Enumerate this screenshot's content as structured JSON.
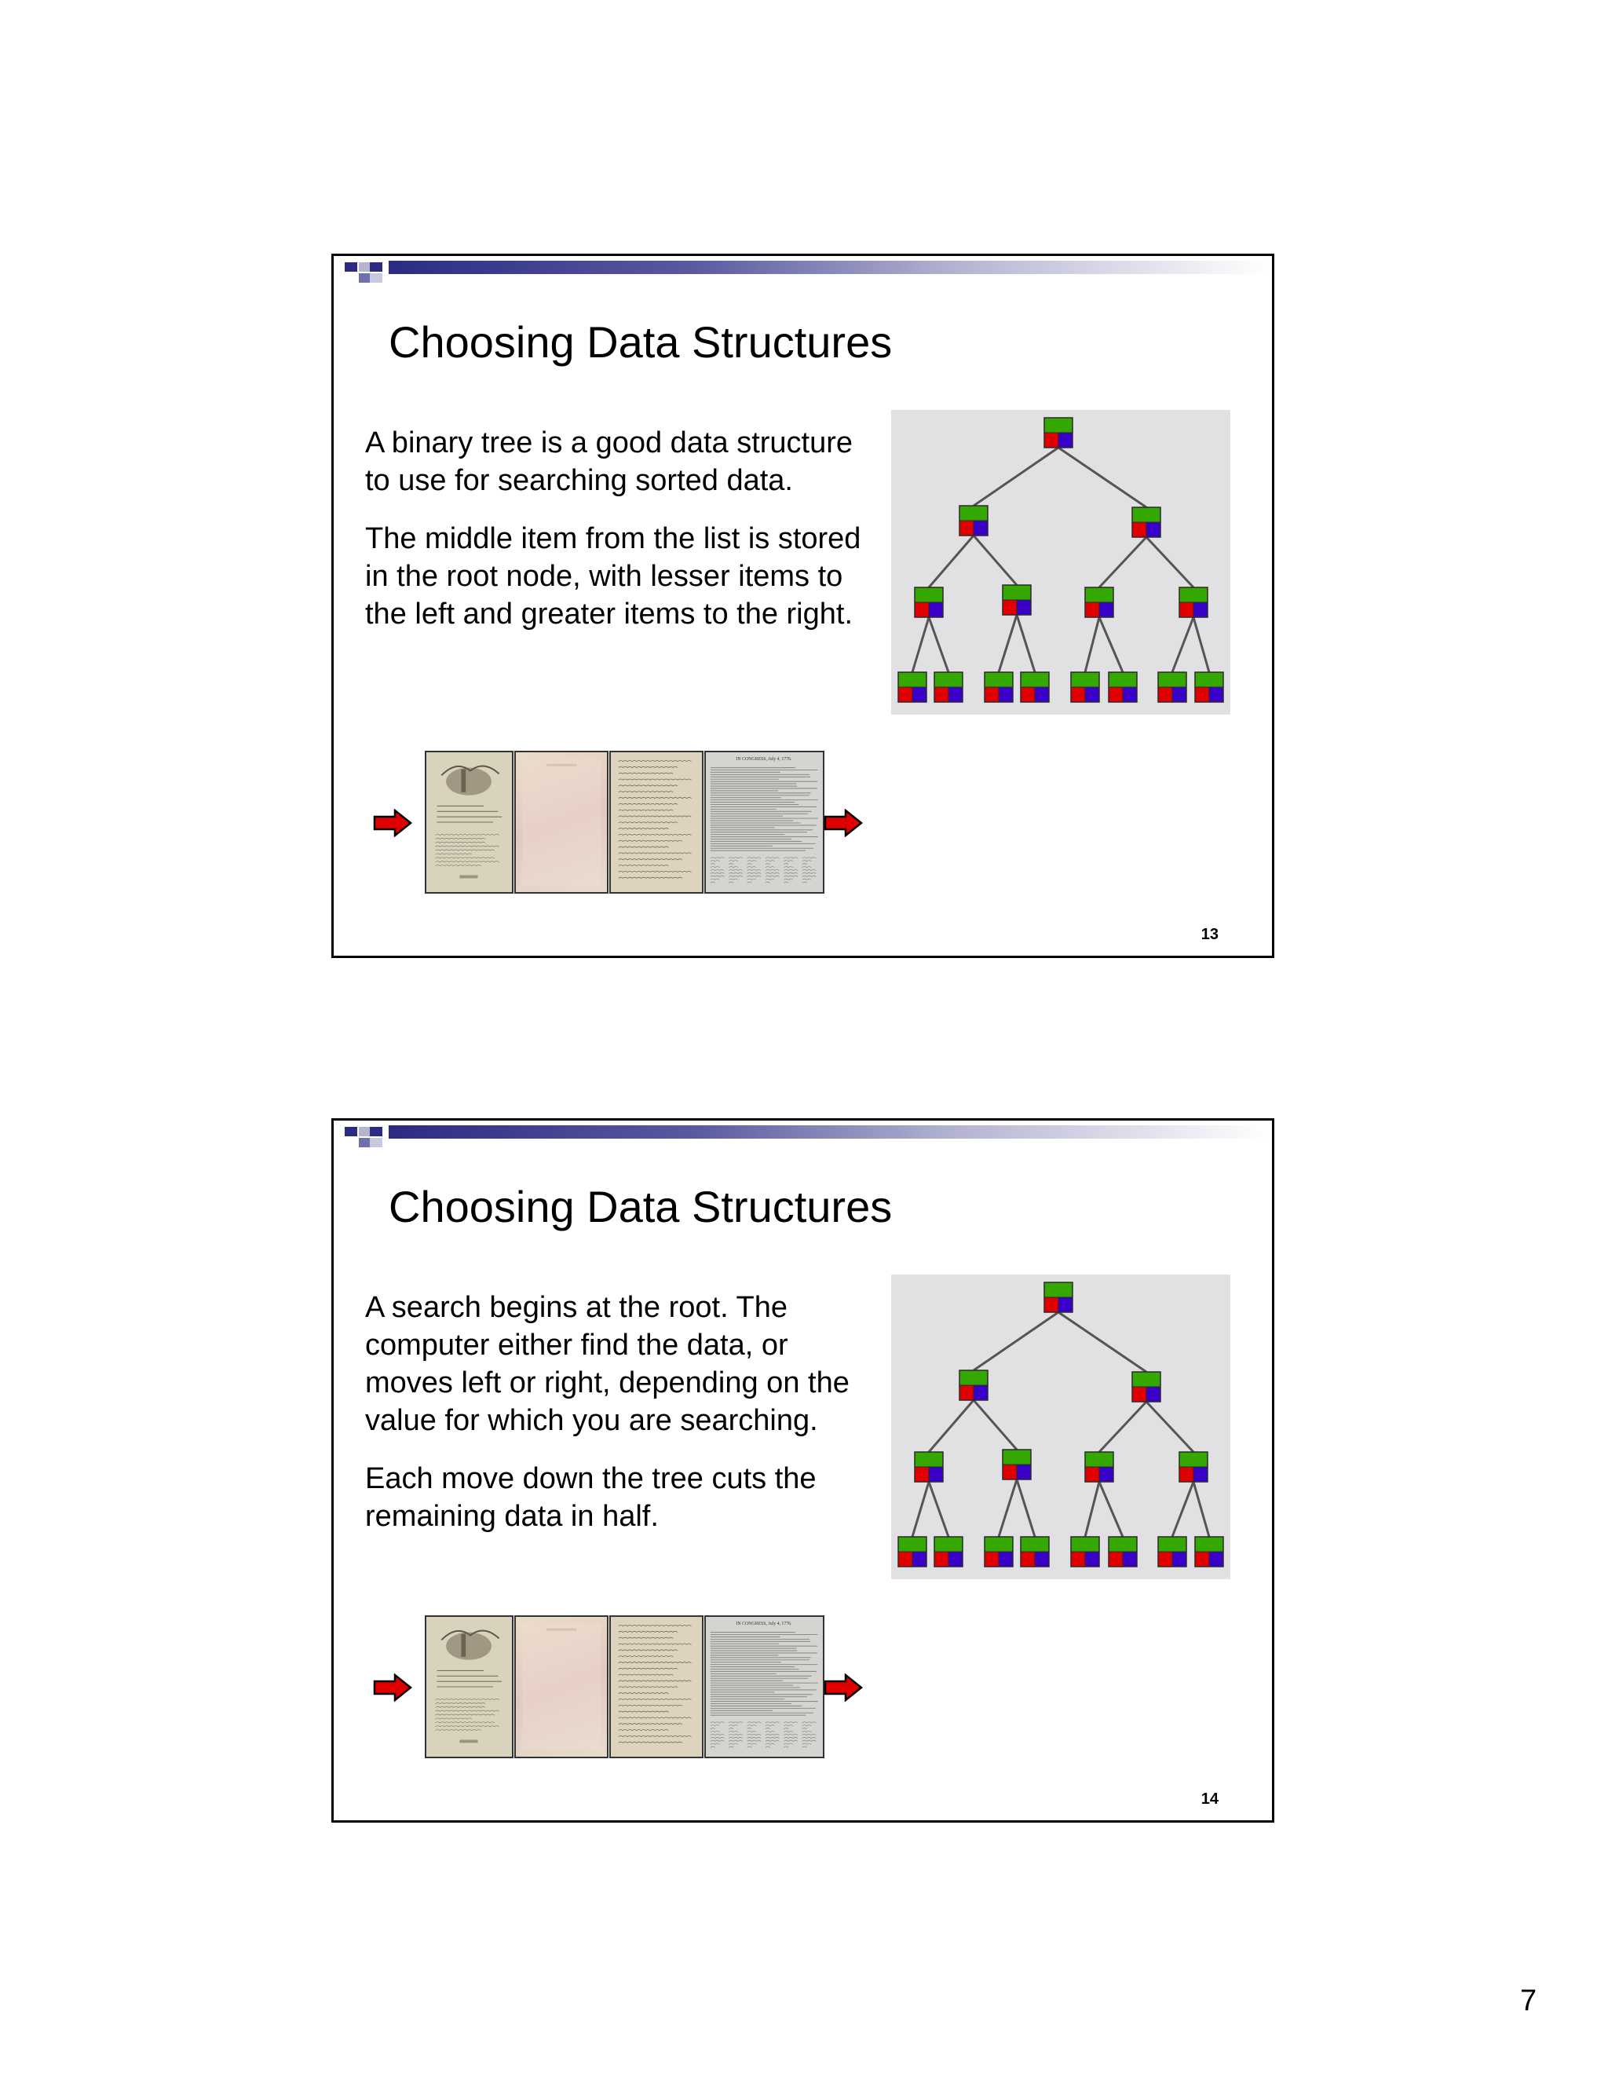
{
  "slides": [
    {
      "title": "Choosing Data Structures",
      "paragraphs": [
        "A binary tree is a good data structure to use for searching sorted data.",
        "The middle item from the list is stored in the root node, with lesser items to the left and greater items to the right."
      ],
      "slide_number": "13"
    },
    {
      "title": "Choosing Data Structures",
      "paragraphs": [
        "A search begins at the root.  The computer either find the data, or moves left or right, depending on the value for which you are searching.",
        "Each move down the tree cuts the remaining data in half."
      ],
      "slide_number": "14"
    }
  ],
  "page_number": "7",
  "colors": {
    "node_top": "#34a800",
    "node_left": "#e00000",
    "node_right": "#3800c8",
    "arrow_fill": "#e00000",
    "band_dark": "#2b2b83",
    "tree_background": "#e1e1e4"
  },
  "icons": {
    "arrows": "right-arrow-icon",
    "tree": "binary-tree-diagram",
    "pages": "document-page-thumbnail"
  },
  "document_text": {
    "thumbnail_heading": "IN CONGRESS, July 4, 1776."
  }
}
